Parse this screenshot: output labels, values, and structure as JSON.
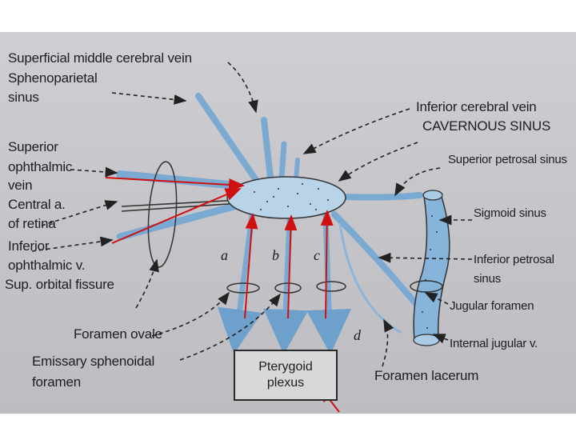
{
  "labels": {
    "superficial_middle_cerebral_vein": "Superficial middle cerebral vein",
    "sphenoparietal_sinus_1": "Sphenoparietal",
    "sphenoparietal_sinus_2": "sinus",
    "inferior_cerebral_vein": "Inferior cerebral vein",
    "cavernous_sinus": "CAVERNOUS SINUS",
    "superior_ophthalmic_vein_1": "Superior",
    "superior_ophthalmic_vein_2": "ophthalmic",
    "superior_ophthalmic_vein_3": "vein",
    "central_artery_retina_1": "Central a.",
    "central_artery_retina_2": "of retina",
    "inferior_ophthalmic_vein_1": "Inferior",
    "inferior_ophthalmic_vein_2": "ophthalmic v.",
    "sup_orbital_fissure": "Sup. orbital fissure",
    "superior_petrosal_sinus": "Superior petrosal sinus",
    "sigmoid_sinus": "Sigmoid sinus",
    "inferior_petrosal_sinus_1": "Inferior petrosal",
    "inferior_petrosal_sinus_2": "sinus",
    "jugular_foramen": "Jugular foramen",
    "internal_jugular_vein": "Internal jugular v.",
    "foramen_ovale": "Foramen ovale",
    "emissary_sphenoidal_1": "Emissary sphenoidal",
    "emissary_sphenoidal_2": "foramen",
    "foramen_lacerum": "Foramen lacerum",
    "pterygoid_plexus_1": "Pterygoid",
    "pterygoid_plexus_2": "plexus"
  },
  "markers": {
    "a": "a",
    "b": "b",
    "c": "c",
    "d": "d"
  },
  "colors": {
    "vein": "#7aa9d2",
    "sinus_fill": "#b9d3e8",
    "annotation_arrow": "#d01010",
    "leader_line": "#222222",
    "background": "#c8c8cc"
  }
}
